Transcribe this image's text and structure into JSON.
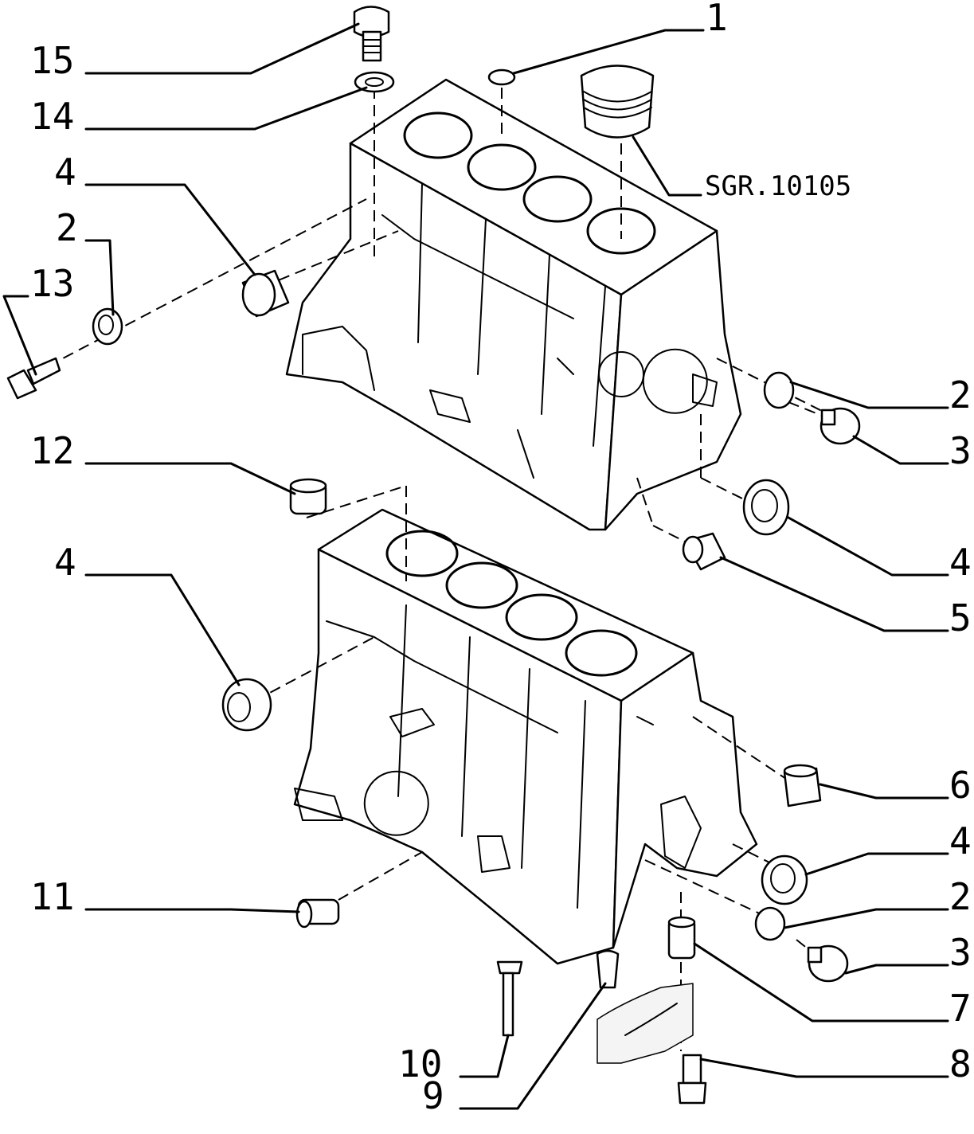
{
  "reference_code": "SGR.10105",
  "callouts": {
    "c1": "1",
    "c2a": "2",
    "c2b": "2",
    "c2c": "2",
    "c3a": "3",
    "c3b": "3",
    "c4a": "4",
    "c4b": "4",
    "c4c": "4",
    "c4d": "4",
    "c5": "5",
    "c6": "6",
    "c7": "7",
    "c8": "8",
    "c9": "9",
    "c10": "10",
    "c11": "11",
    "c12": "12",
    "c13": "13",
    "c14": "14",
    "c15": "15"
  }
}
